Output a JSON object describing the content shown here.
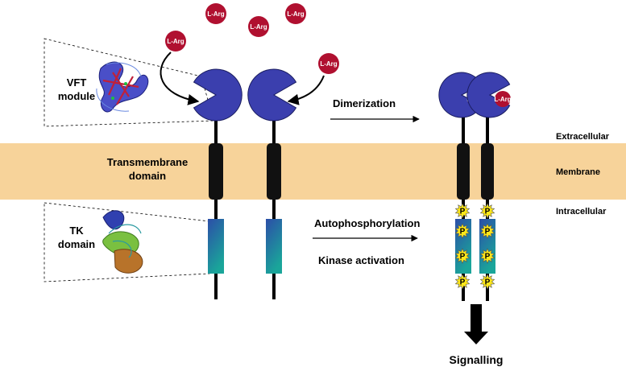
{
  "labels": {
    "vft_line1": "VFT",
    "vft_line2": "module",
    "tm_line1": "Transmembrane",
    "tm_line2": "domain",
    "tk_line1": "TK",
    "tk_line2": "domain",
    "dimerization": "Dimerization",
    "autophosphorylation": "Autophosphorylation",
    "kinase_activation": "Kinase activation",
    "extracellular": "Extracellular",
    "membrane": "Membrane",
    "intracellular": "Intracellular",
    "signalling": "Signalling"
  },
  "ligand": {
    "label": "L-Arg",
    "color": "#b01030"
  },
  "phospho": {
    "label": "P",
    "color": "#ffe81a"
  },
  "colors": {
    "membrane": "#f7d39a",
    "vft": "#3b3fae",
    "tm": "#111111",
    "tk_top": "#2c4ea8",
    "tk_bottom": "#1aa59a"
  }
}
